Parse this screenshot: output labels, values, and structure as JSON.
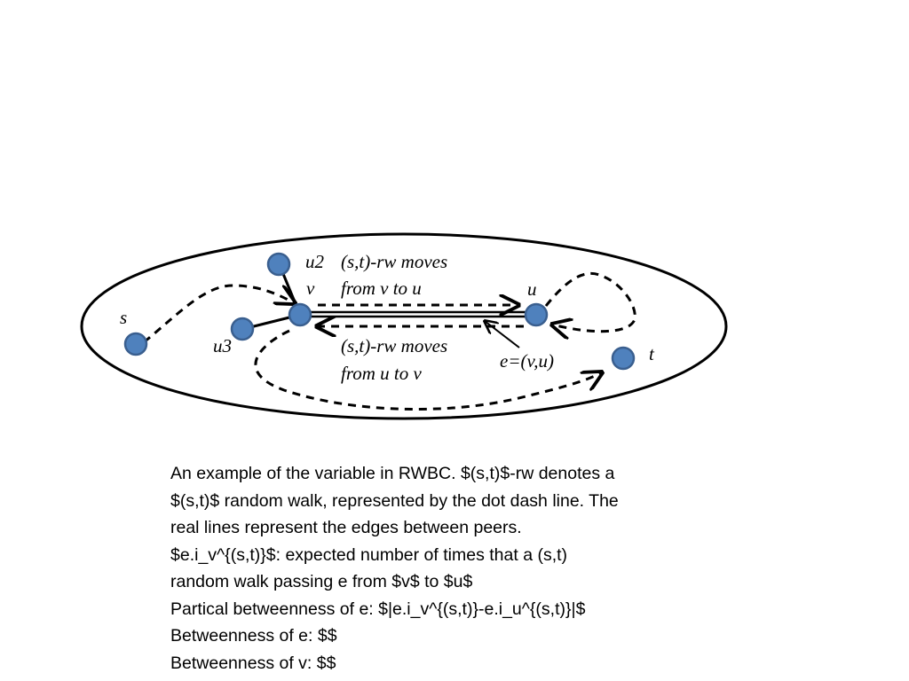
{
  "diagram": {
    "node_color": "#4f81bd",
    "labels": {
      "s": "s",
      "t": "t",
      "u": "u",
      "v": "v",
      "u2": "u2",
      "u3": "u3",
      "edge": "e=(v,u)",
      "move_vu_line1": "(s,t)-rw moves",
      "move_vu_line2": "from v to u",
      "move_uv_line1": "(s,t)-rw moves",
      "move_uv_line2": "from u to v"
    }
  },
  "caption": {
    "line1": "An example of the variable in RWBC. $(s,t)$-rw denotes a",
    "line2": "$(s,t)$ random walk, represented by the dot dash line. The",
    "line3": "real lines represent the edges between peers.",
    "line4": "$e.i_v^{(s,t)}$: expected number of times that a (s,t)",
    "line5": "random walk passing e from $v$ to $u$",
    "line6": "Partical betweenness of e: $|e.i_v^{(s,t)}-e.i_u^{(s,t)}|$",
    "line7": "Betweenness of e: $$",
    "line8": "Betweenness of v: $$"
  }
}
